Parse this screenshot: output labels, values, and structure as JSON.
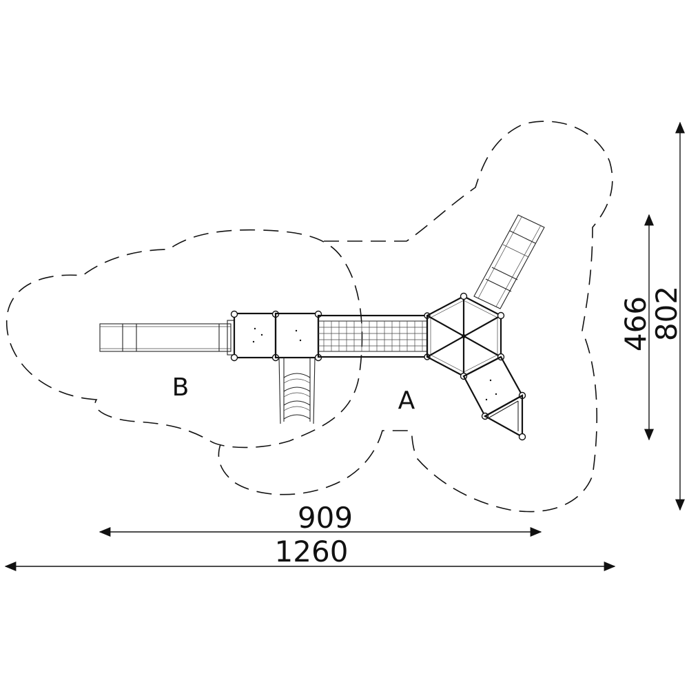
{
  "dimensions": {
    "inner_width": "909",
    "outer_width": "1260",
    "inner_height": "466",
    "outer_height": "802"
  },
  "zones": {
    "a": "A",
    "b": "B"
  }
}
